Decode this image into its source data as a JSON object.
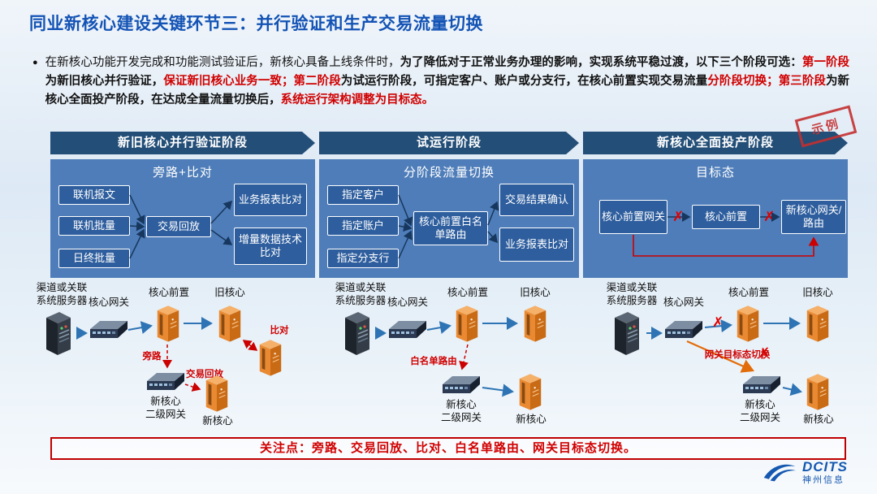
{
  "slide": {
    "title": "同业新核心建设关键环节三：并行验证和生产交易流量切换",
    "bullet_marker": "●"
  },
  "intro": {
    "segments": [
      {
        "text": "在新核心功能开发完成和功能测试验证后，新核心具备上线条件时，"
      },
      {
        "text": "为了降低对于正常业务办理的影响，实现系统平稳过渡，以下三个阶段可选："
      },
      {
        "text": "第一阶段"
      },
      {
        "text": "为新旧核心并行验证，"
      },
      {
        "text": "保证新旧核心业务一致；"
      },
      {
        "text": "第二阶段"
      },
      {
        "text": "为试运行阶段，可指定客户、账户或分支行，在核心前置实现交易流量"
      },
      {
        "text": "分阶段切换；"
      },
      {
        "text": "第三阶段"
      },
      {
        "text": "为新核心全面投产阶段，在达成全量流量切换后，"
      },
      {
        "text": "系统运行架构调整为目标态。"
      }
    ]
  },
  "stamp": {
    "text": "示例"
  },
  "marks": {
    "x": "✗"
  },
  "phases": [
    {
      "banner": "新旧核心并行验证阶段",
      "panel_title": "旁路+比对",
      "left_boxes": [
        "联机报文",
        "联机批量",
        "日终批量"
      ],
      "center_box": "交易回放",
      "right_boxes": [
        "业务报表比对",
        "增量数据技术比对"
      ]
    },
    {
      "banner": "试运行阶段",
      "panel_title": "分阶段流量切换",
      "left_boxes": [
        "指定客户",
        "指定账户",
        "指定分支行"
      ],
      "center_box": "核心前置白名单路由",
      "right_boxes": [
        "交易结果确认",
        "业务报表比对"
      ]
    },
    {
      "banner": "新核心全面投产阶段",
      "panel_title": "目标态",
      "flow_boxes": [
        "核心前置网关",
        "核心前置",
        "新核心网关/路由"
      ]
    }
  ],
  "diagram1": {
    "channel_label": "渠道或关联\n系统服务器",
    "gateway_label": "核心网关",
    "front_label": "核心前置",
    "old_core_label": "旧核心",
    "compare_label": "比对",
    "bypass_label": "旁路",
    "secondary_gateway_label": "新核心\n二级网关",
    "replay_label": "交易回放",
    "new_core_label": "新核心"
  },
  "diagram2": {
    "channel_label": "渠道或关联\n系统服务器",
    "gateway_label": "核心网关",
    "front_label": "核心前置",
    "old_core_label": "旧核心",
    "whitelist_label": "白名单路由",
    "secondary_gateway_label": "新核心\n二级网关",
    "new_core_label": "新核心"
  },
  "diagram3": {
    "channel_label": "渠道或关联\n系统服务器",
    "gateway_label": "核心网关",
    "front_label": "核心前置",
    "old_core_label": "旧核心",
    "switch_label": "网关目标态切换",
    "secondary_gateway_label": "新核心\n二级网关",
    "new_core_label": "新核心"
  },
  "focus": {
    "text": "关注点：旁路、交易回放、比对、白名单路由、网关目标态切换。"
  },
  "logo": {
    "brand": "DCITS",
    "company": "神州信息"
  },
  "colors": {
    "title_blue": "#1353B5",
    "banner_blue": "#234E77",
    "panel_blue": "#4E7DB9",
    "box_blue": "#2E5E9E",
    "red": "#C00000",
    "arrow_blue": "#2E74B5",
    "server_orange": "#E98A33"
  }
}
